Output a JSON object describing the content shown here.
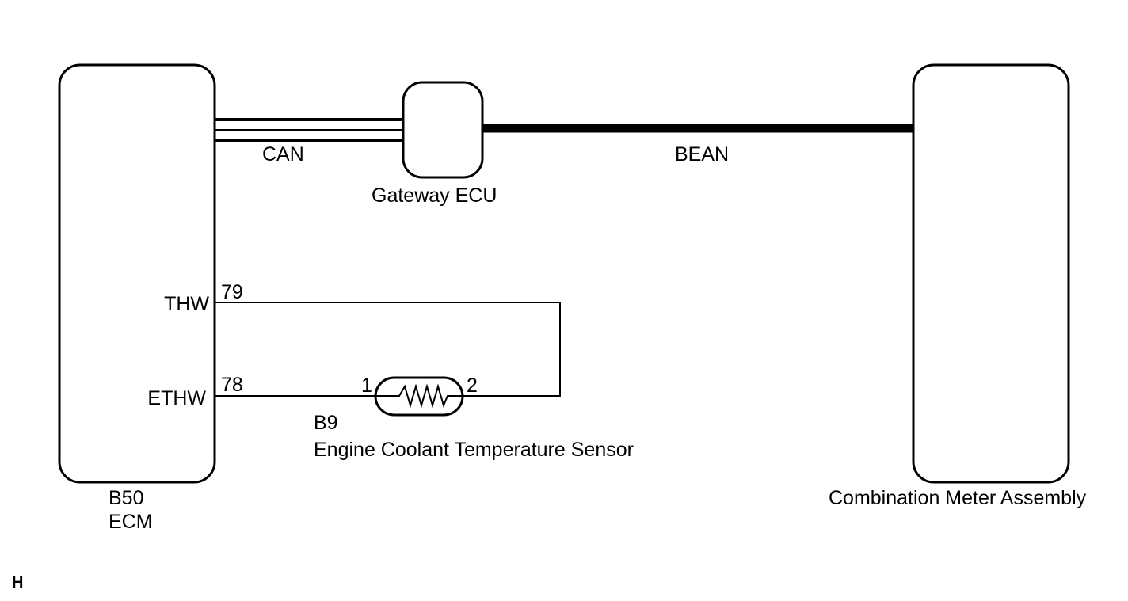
{
  "ecm": {
    "code": "B50",
    "name": "ECM"
  },
  "gateway": {
    "name": "Gateway ECU"
  },
  "meter": {
    "name": "Combination Meter Assembly"
  },
  "buses": {
    "can": "CAN",
    "bean": "BEAN"
  },
  "pins": {
    "thw": {
      "name": "THW",
      "number": "79"
    },
    "ethw": {
      "name": "ETHW",
      "number": "78"
    }
  },
  "sensor": {
    "code": "B9",
    "name": "Engine Coolant Temperature Sensor",
    "pin1": "1",
    "pin2": "2"
  },
  "corner_mark": "H"
}
